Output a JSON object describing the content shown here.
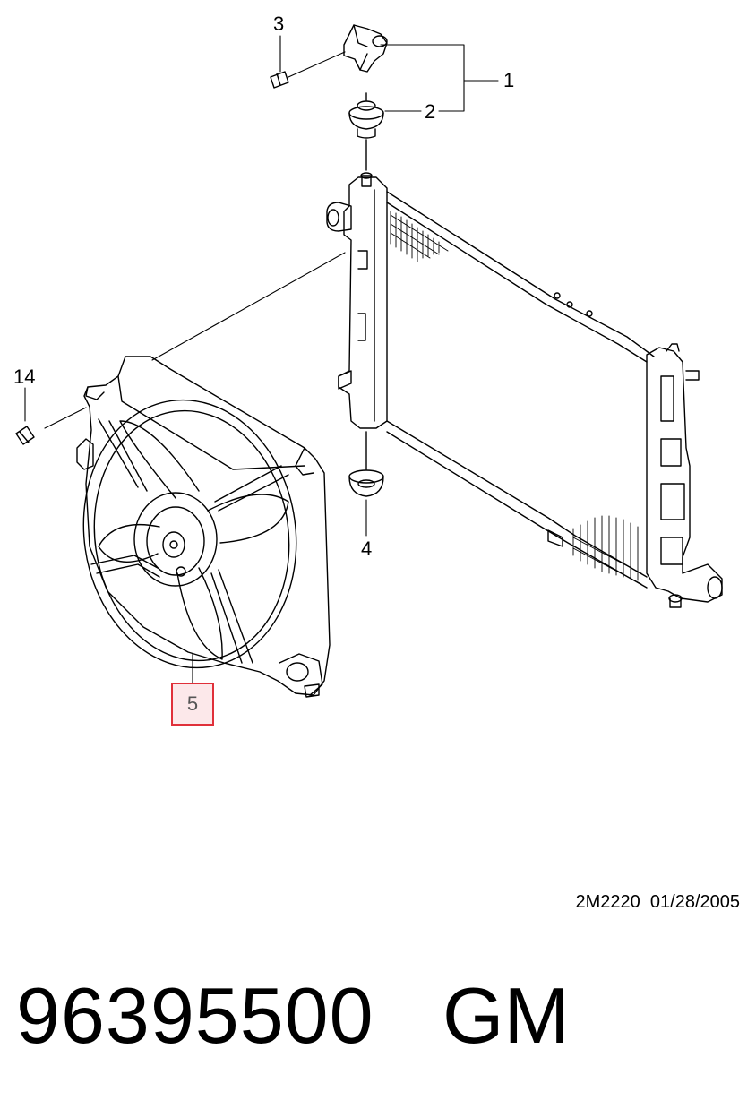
{
  "callouts": {
    "c1": "1",
    "c2": "2",
    "c3": "3",
    "c4": "4",
    "c5": "5",
    "c14": "14"
  },
  "highlight_color": "#e0303a",
  "drawing_reference": "2M2220  01/28/2005",
  "part_number": "96395500",
  "brand": "GM"
}
